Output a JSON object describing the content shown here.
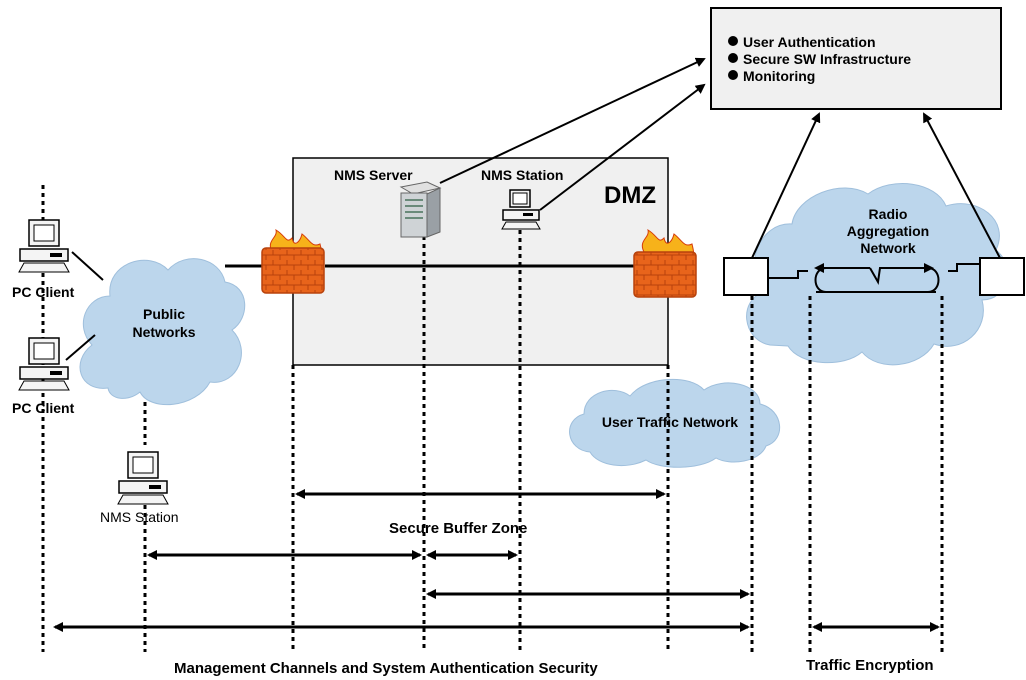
{
  "info_box": {
    "items": [
      "User Authentication",
      "Secure SW Infrastructure",
      "Monitoring"
    ]
  },
  "dmz": {
    "label": "DMZ"
  },
  "nms_server": {
    "label": "NMS Server"
  },
  "nms_station_dmz": {
    "label": "NMS Station"
  },
  "pc_client_1": {
    "label": "PC Client"
  },
  "pc_client_2": {
    "label": "PC Client"
  },
  "nms_station_left": {
    "label": "NMS Station"
  },
  "public_networks": {
    "line1": "Public",
    "line2": "Networks"
  },
  "radio_network": {
    "line1": "Radio",
    "line2": "Aggregation",
    "line3": "Network"
  },
  "user_traffic": {
    "label": "User Traffic Network"
  },
  "secure_buffer_zone": {
    "label": "Secure Buffer Zone"
  },
  "management_channels": {
    "label": "Management Channels and System Authentication Security"
  },
  "traffic_encryption": {
    "label": "Traffic Encryption"
  },
  "colors": {
    "cloud": "#bcd6ec",
    "dmz_fill": "#f0f0f0",
    "firewall": "#e8641b"
  }
}
